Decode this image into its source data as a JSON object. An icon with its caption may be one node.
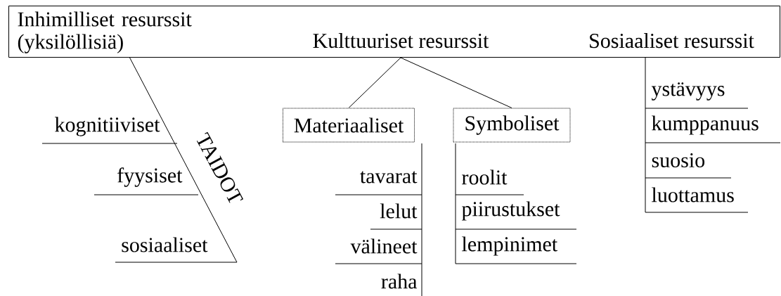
{
  "diagram": {
    "nodes": [
      {
        "text": [],
        "shape": "box"
      },
      {
        "text": [
          "Inhimilliset resurssit (yksilöllisiä)"
        ],
        "in": 0
      },
      {
        "text": [
          "Kulttuuriset resurssit"
        ],
        "in": 0
      },
      {
        "text": [
          "Sosiaaliset resurssit"
        ],
        "in": 0
      },
      {
        "text": [
          "Materiaaliset"
        ]
      },
      {
        "text": [
          "Symboliset"
        ]
      }
    ],
    "edges": [
      {
        "from": 2,
        "to": 4,
        "arrow": "none"
      },
      {
        "from": 2,
        "to": 5,
        "arrow": "none"
      }
    ],
    "labels": [
      "kognitiiviset",
      "TAIDOT",
      "fyysiset",
      "sosiaaliset",
      "tavarat",
      "lelut",
      "välineet",
      "raha",
      "roolit",
      "piirustukset",
      "lempinimet",
      "ystävyys",
      "kumppanuus",
      "suosio",
      "luottamus"
    ]
  }
}
